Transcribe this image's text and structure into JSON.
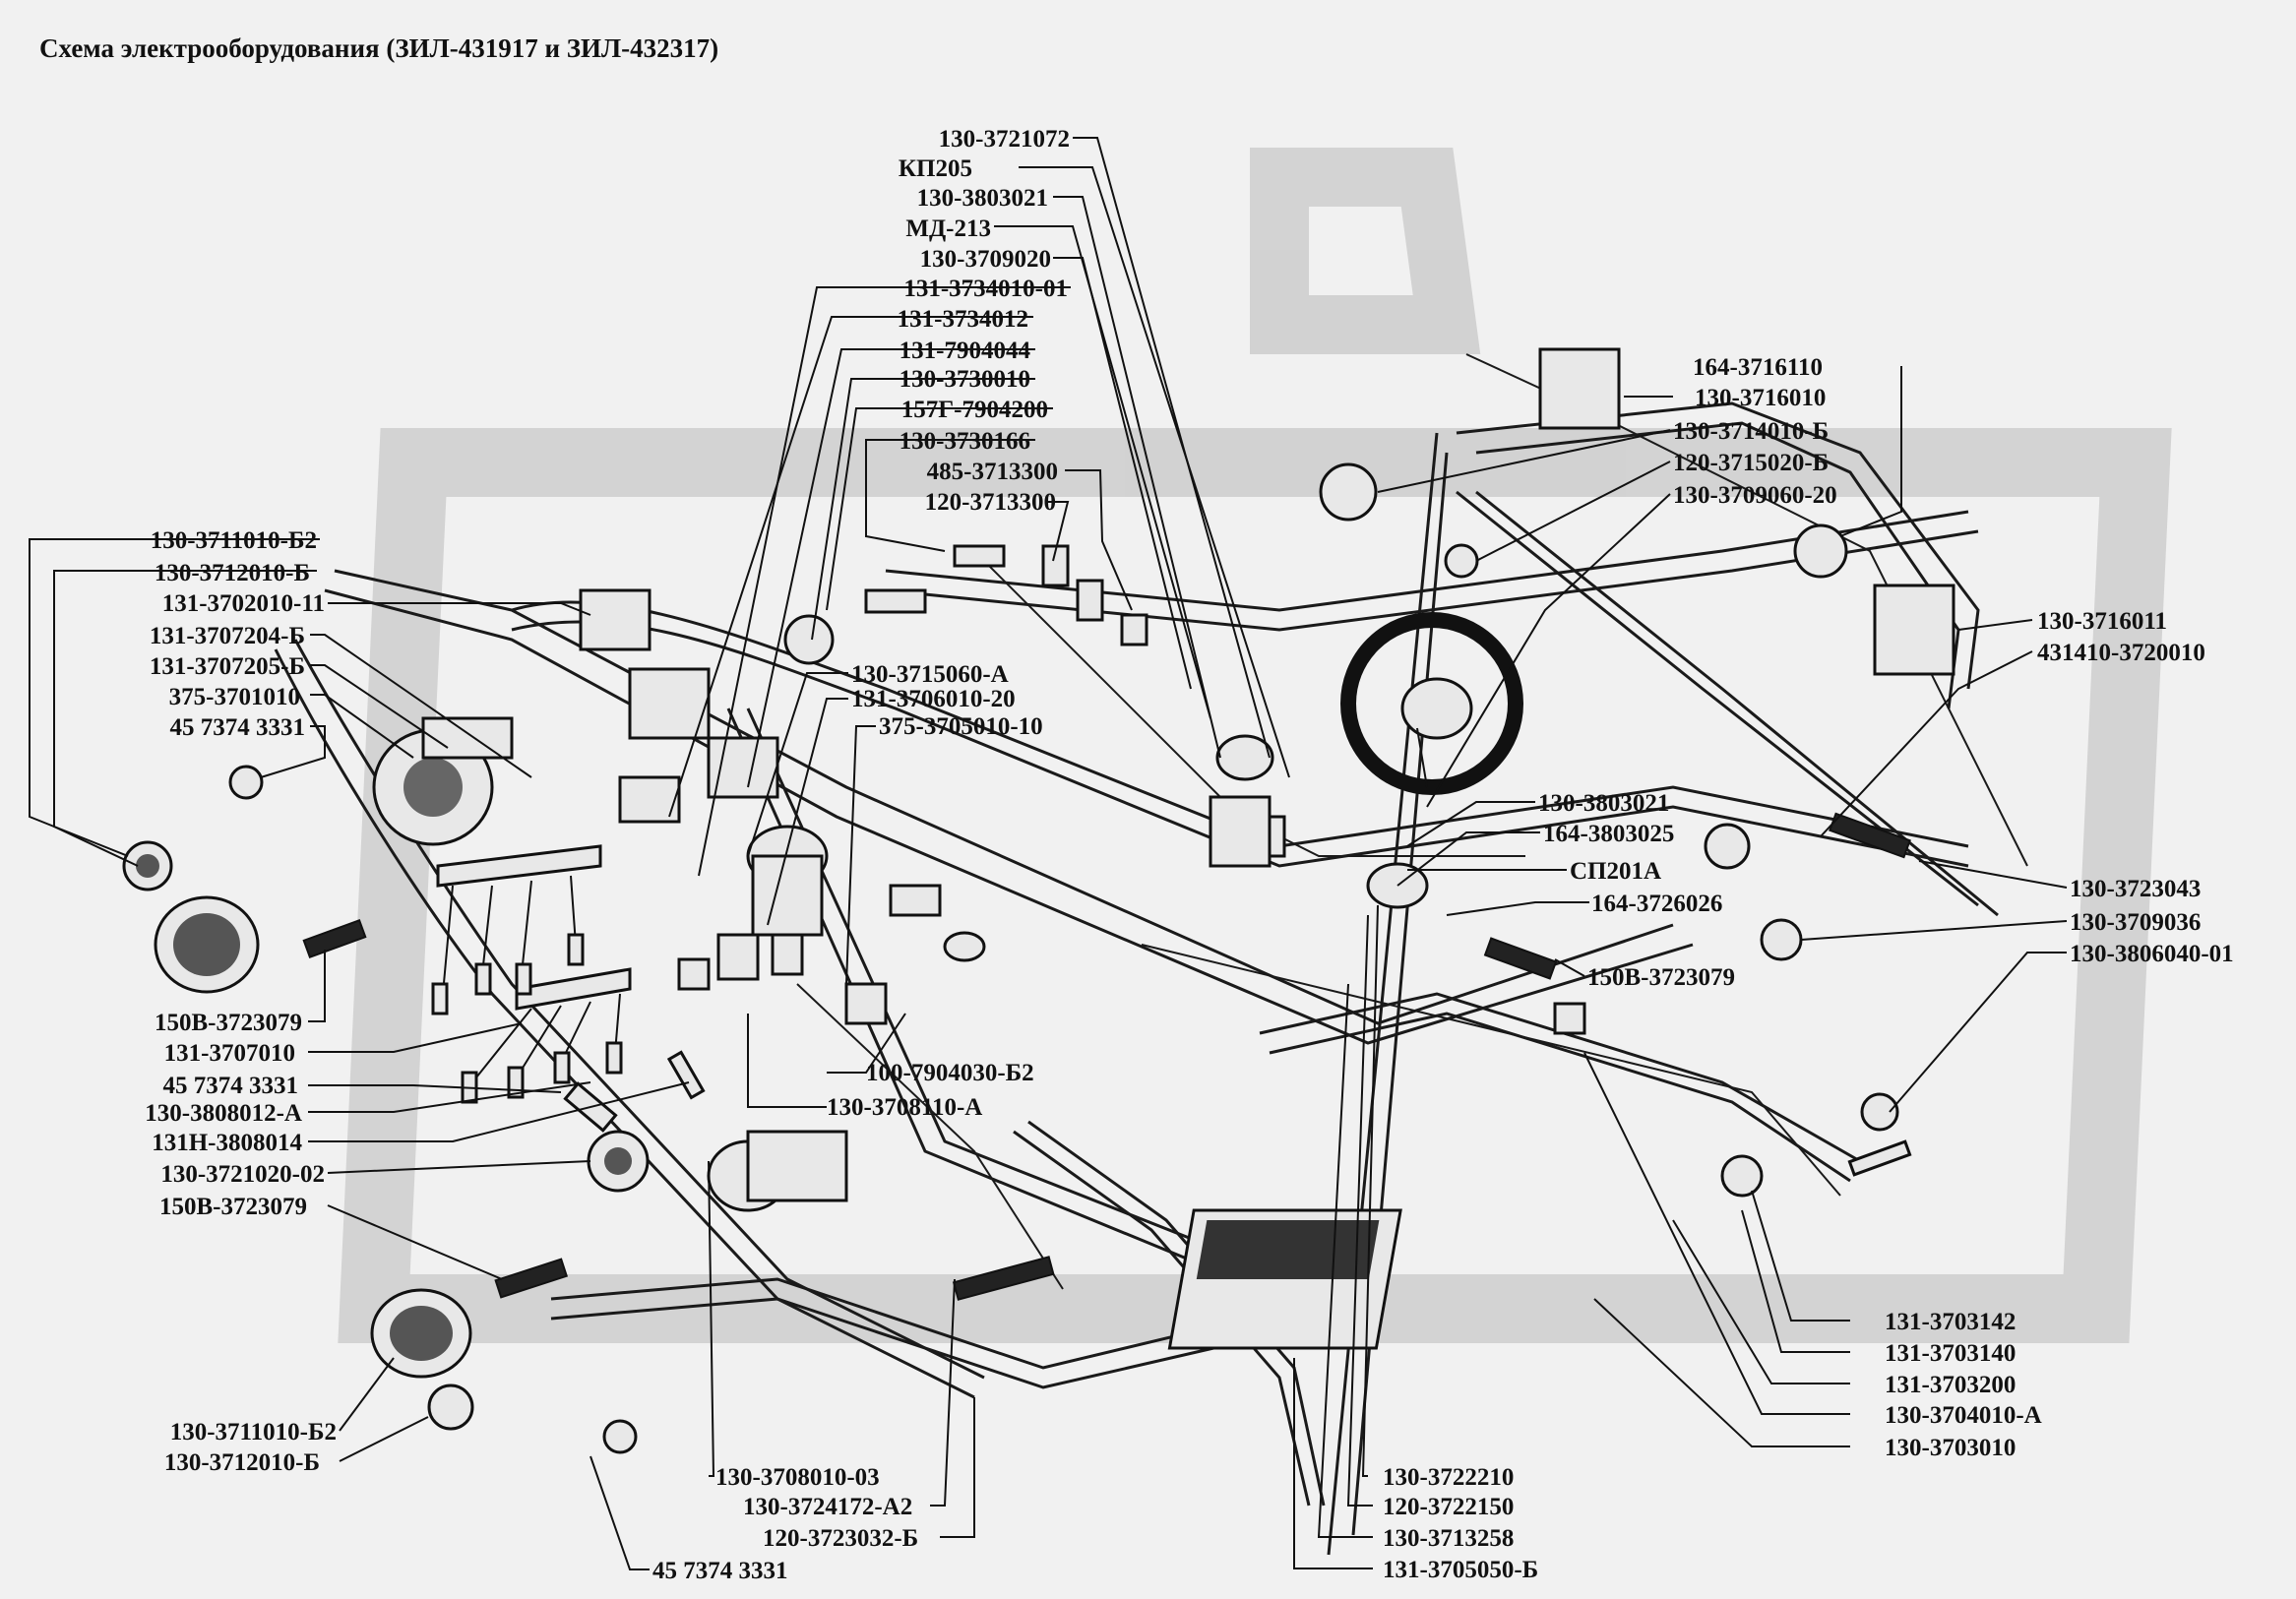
{
  "title": "Схема электрооборудования (ЗИЛ-431917 и ЗИЛ-432317)",
  "labels": {
    "left": [
      "130-3711010-Б2",
      "130-3712010-Б",
      "131-3702010-11",
      "131-3707204-Б",
      "131-3707205-Б",
      "375-3701010",
      "45 7374 3331",
      "150В-3723079",
      "131-3707010",
      "45 7374 3331",
      "130-3808012-А",
      "131Н-3808014",
      "130-3721020-02",
      "150В-3723079",
      "130-3711010-Б2",
      "130-3712010-Б"
    ],
    "top_center": [
      "130-3721072",
      "КП205",
      "130-3803021",
      "МД-213",
      "130-3709020",
      "131-3734010-01",
      "131-3734012",
      "131-7904044",
      "130-3730010",
      "157Г-7904200",
      "130-3730166",
      "485-3713300",
      "120-3713300"
    ],
    "center": [
      "130-3715060-А",
      "131-3706010-20",
      "375-3705010-10",
      "100-7904030-Б2",
      "130-3708110-А"
    ],
    "right_upper": [
      "164-3716110",
      "130-3716010",
      "130-3714010-Б",
      "120-3715020-Б",
      "130-3709060-20",
      "130-3716011",
      "431410-3720010"
    ],
    "right_middle": [
      "130-3803021",
      "164-3803025",
      "СП201А",
      "164-3726026",
      "150В-3723079",
      "130-3723043",
      "130-3709036",
      "130-3806040-01"
    ],
    "right_lower": [
      "131-3703142",
      "131-3703140",
      "131-3703200",
      "130-3704010-А",
      "130-3703010"
    ],
    "bottom": [
      "130-3708010-03",
      "130-3724172-А2",
      "120-3723032-Б",
      "45 7374 3331",
      "130-3722210",
      "120-3722150",
      "130-3713258",
      "131-3705050-Б"
    ]
  }
}
